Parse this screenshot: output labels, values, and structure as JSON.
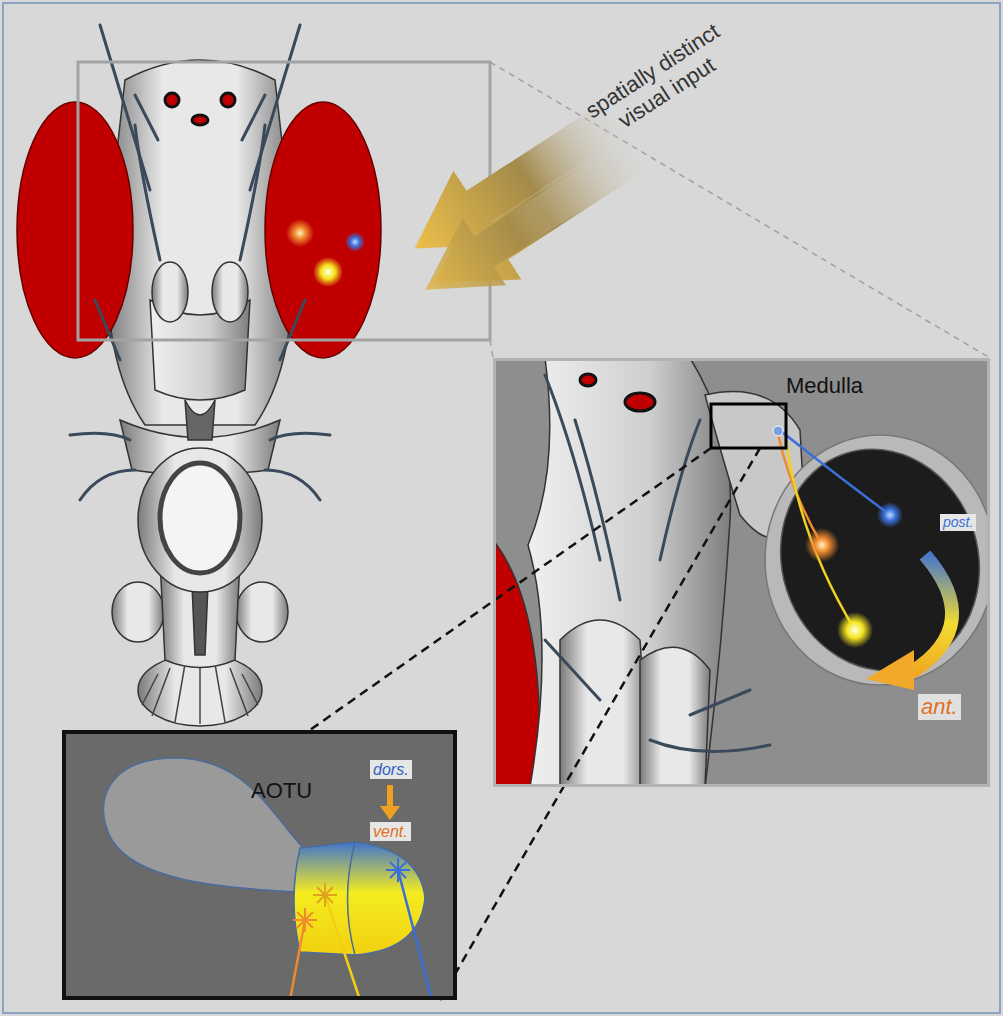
{
  "diagram": {
    "nodes": [
      {
        "text": [
          "Medulla"
        ]
      },
      {
        "text": [
          "AOTU"
        ]
      }
    ],
    "labels": [
      "spatially distinct visual input",
      "post.",
      "ant.",
      "dors.",
      "vent."
    ]
  }
}
